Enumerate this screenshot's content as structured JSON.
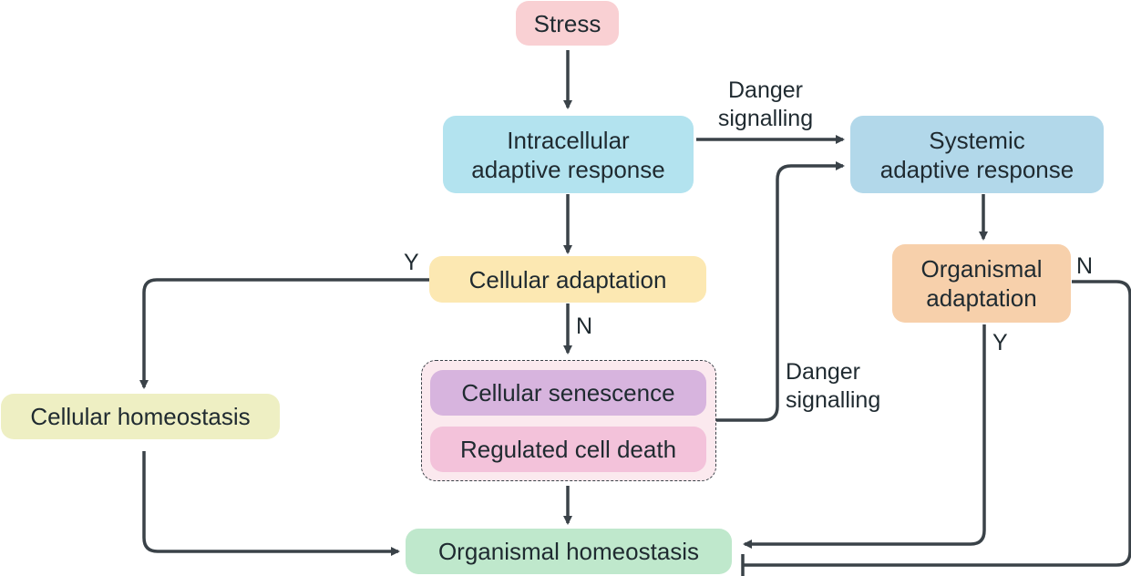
{
  "nodes": {
    "stress": {
      "label": "Stress",
      "color": "#f9d0d3"
    },
    "intracellular": {
      "line1": "Intracellular",
      "line2": "adaptive response",
      "color": "#b3e3ef"
    },
    "systemic": {
      "line1": "Systemic",
      "line2": "adaptive response",
      "color": "#b2d8ea"
    },
    "cellular_adaptation": {
      "label": "Cellular adaptation",
      "color": "#fce8b2"
    },
    "organismal_adaptation": {
      "line1": "Organismal",
      "line2": "adaptation",
      "color": "#f7d0ab"
    },
    "cellular_homeostasis": {
      "label": "Cellular homeostasis",
      "color": "#eeefc3"
    },
    "cellular_senescence": {
      "label": "Cellular senescence",
      "color": "#d7b4de"
    },
    "regulated_cell_death": {
      "label": "Regulated cell death",
      "color": "#f3c2da"
    },
    "organismal_homeostasis": {
      "label": "Organismal homeostasis",
      "color": "#bfe8cc"
    }
  },
  "edge_labels": {
    "danger_top_line1": "Danger",
    "danger_top_line2": "signalling",
    "danger_mid_line1": "Danger",
    "danger_mid_line2": "signalling",
    "cellular_yes": "Y",
    "cellular_no": "N",
    "organismal_no": "N",
    "organismal_yes": "Y"
  },
  "colors": {
    "arrow": "#3a4248",
    "group_fill": "#fbe9ee"
  }
}
